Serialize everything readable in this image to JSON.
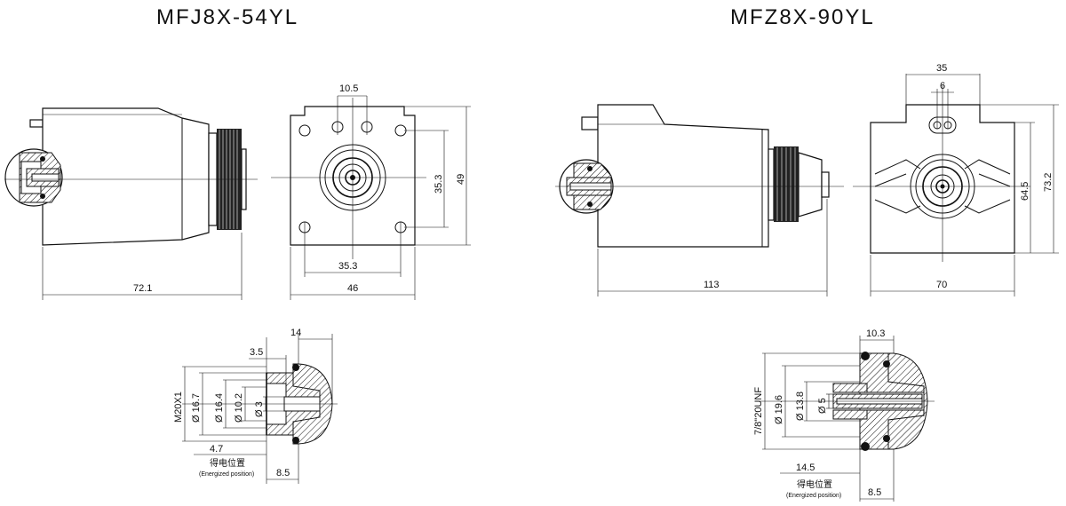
{
  "left": {
    "title": "MFJ8X-54YL",
    "side": {
      "length": "72.1"
    },
    "front": {
      "hole_spacing_top": "10.5",
      "hole_spacing_bottom": "35.3",
      "hole_spacing_vertical": "35.3",
      "height": "49",
      "width": "46"
    },
    "detail": {
      "top_width": "14",
      "lip": "3.5",
      "thread": "M20X1",
      "d1": "Ø 16.7",
      "d2": "Ø 16.4",
      "d3": "Ø 10.2",
      "d4": "Ø 3",
      "offset": "4.7",
      "energized_cn": "得电位置",
      "energized_en": "(Energized position)",
      "stroke": "8.5"
    }
  },
  "right": {
    "title": "MFZ8X-90YL",
    "side": {
      "length": "113"
    },
    "front": {
      "top_width": "35",
      "pin_spacing": "6",
      "inner_height": "64.5",
      "height": "73.2",
      "width": "70"
    },
    "detail": {
      "top_width": "10.3",
      "thread": "7/8\"20UNF",
      "d1": "Ø 19.6",
      "d2": "Ø 13.8",
      "d3": "Ø 5",
      "offset": "14.5",
      "energized_cn": "得电位置",
      "energized_en": "(Energized position)",
      "stroke": "8.5"
    }
  }
}
